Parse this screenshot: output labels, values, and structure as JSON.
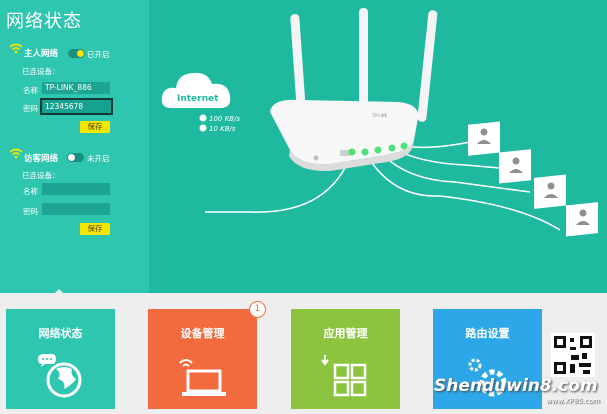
{
  "page_title": "网络状态",
  "main_network": {
    "title": "主人网络",
    "toggle_state": "已开启",
    "connected_label": "已连设备：",
    "name_label": "名称",
    "name_value": "TP-LINK_886",
    "password_label": "密码",
    "password_value": "12345678",
    "save_label": "保存"
  },
  "guest_network": {
    "title": "访客网络",
    "toggle_state": "未开启",
    "connected_label": "已连设备：",
    "name_label": "名称",
    "name_value": "",
    "password_label": "密码",
    "password_value": "",
    "save_label": "保存"
  },
  "diagram": {
    "internet_label": "Internet",
    "upload_speed": "100 KB/s",
    "download_speed": "10 KB/s",
    "router_brand": "TP-LINK"
  },
  "nav_tiles": [
    {
      "label": "网络状态",
      "color": "#2ec6ae"
    },
    {
      "label": "设备管理",
      "color": "#f26a3d",
      "badge": "1"
    },
    {
      "label": "应用管理",
      "color": "#8cc43f"
    },
    {
      "label": "路由设置",
      "color": "#2ea7e8"
    }
  ],
  "watermark": {
    "text": "Shenduwin8.com",
    "sub": "www.XP85.com"
  },
  "colors": {
    "background": "#1fb9a0",
    "panel": "#2ec6ae",
    "accent_yellow": "#f5e600"
  }
}
